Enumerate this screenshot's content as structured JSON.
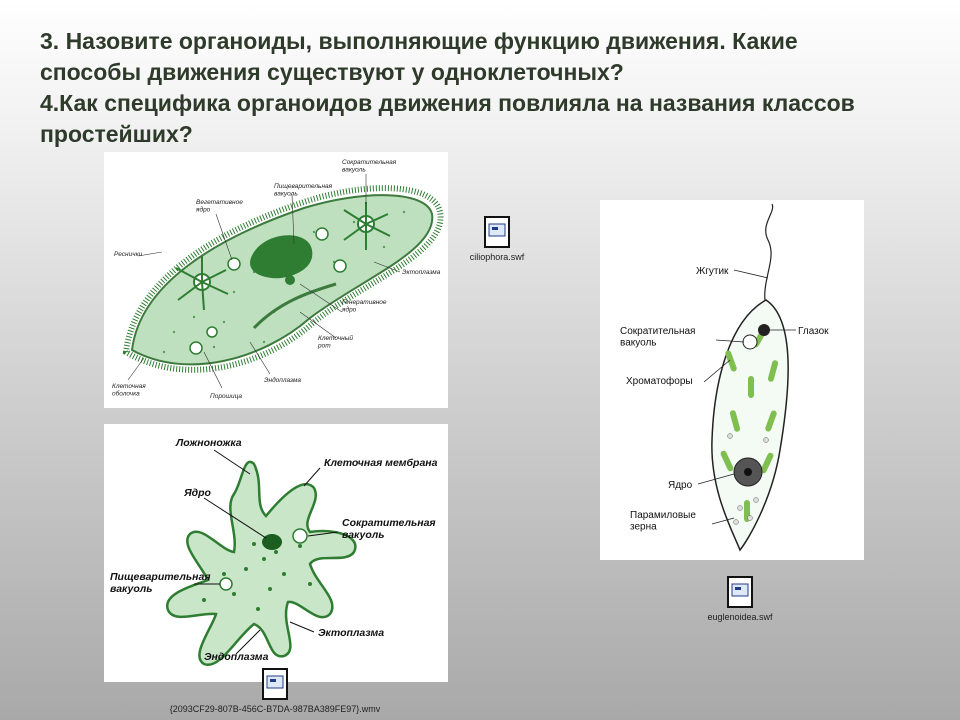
{
  "title": {
    "q3_line1": "3. Назовите органоиды, выполняющие функцию движения. Какие",
    "q3_line2": "способы движения существуют у одноклеточных?",
    "q4_line1": "4.Как специфика органоидов движения повлияла на названия классов",
    "q4_line2": "простейших?"
  },
  "paramecium": {
    "labels": {
      "contractile_vacuole": "Сократительная\nвакуоль",
      "digestive_vacuole": "Пищеварительная\nвакуоль",
      "vegetative_nucleus": "Вегетативное\nядро",
      "cilia": "Реснички",
      "ectoplasm": "Эктоплазма",
      "generative_nucleus": "Генеративное\nядро",
      "cell_mouth": "Клеточный\nрот",
      "cell_membrane": "Клеточная\nоболочка",
      "endoplasm": "Эндоплазма",
      "powder": "Порошица"
    }
  },
  "euglena": {
    "labels": {
      "flagellum": "Жгутик",
      "eyespot": "Глазок",
      "contractile_vacuole": "Сократительная\nвакуоль",
      "chromatophores": "Хроматофоры",
      "nucleus": "Ядро",
      "paramylon": "Парамиловые\nзерна"
    }
  },
  "amoeba": {
    "labels": {
      "pseudopod": "Ложноножка",
      "cell_membrane": "Клеточная мембрана",
      "nucleus": "Ядро",
      "contractile_vacuole": "Сократительная\nвакуоль",
      "digestive_vacuole": "Пищеварительная\nвакуоль",
      "ectoplasm": "Эктоплазма",
      "endoplasm": "Эндоплазма"
    }
  },
  "files": {
    "ciliophora": "ciliophora.swf",
    "euglenoidea": "euglenoidea.swf",
    "wmv": "{2093CF29-807B-456C-B7DA-987BA389FE97}.wmv"
  },
  "colors": {
    "title": "#2e3a2a",
    "cell_green": "#7fbf7f",
    "dark_green": "#2e7d32"
  }
}
